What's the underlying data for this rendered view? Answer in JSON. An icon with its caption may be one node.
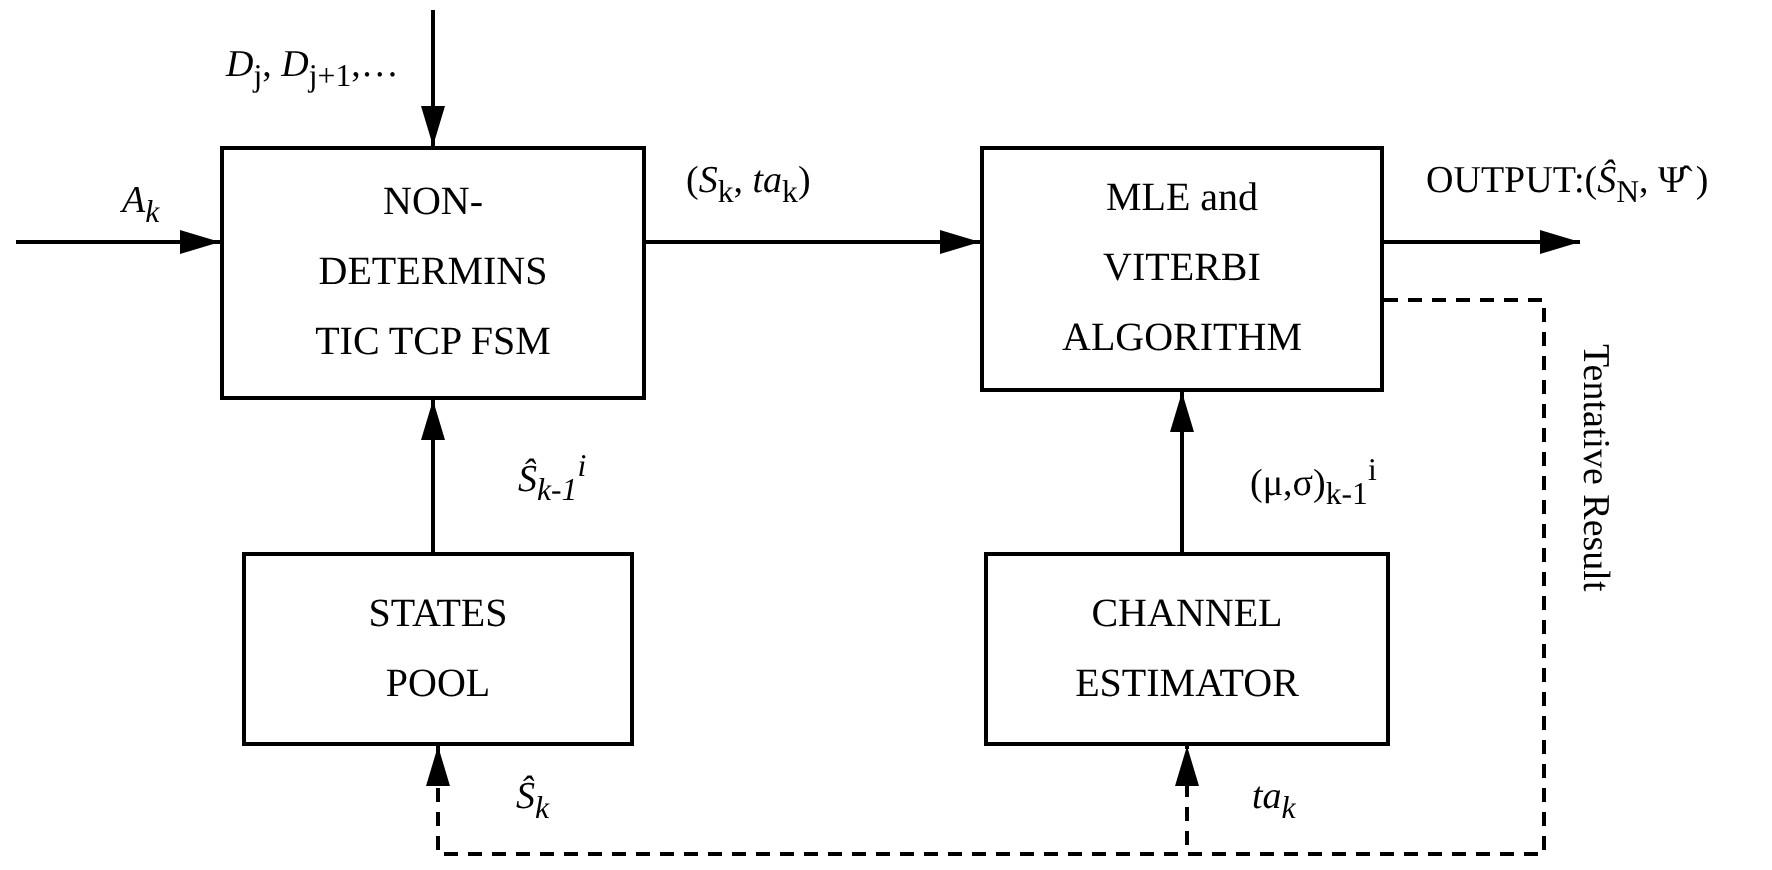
{
  "diagram": {
    "nodes": [
      {
        "text": [
          "NON- DETERMINS TIC TCP FSM"
        ]
      },
      {
        "text": [
          "MLE and VITERBI ALGORITHM"
        ]
      },
      {
        "text": [
          "STATES POOL"
        ]
      },
      {
        "text": [
          "CHANNEL ESTIMATOR"
        ]
      }
    ],
    "edges": [
      {
        "from": null,
        "to": 0,
        "arrow": "to",
        "label": "A$_{k}$"
      },
      {
        "from": null,
        "to": 0,
        "arrow": "to",
        "label": "*D*$_{j}$, *D*$_{j+1}$,…"
      },
      {
        "from": 0,
        "to": 1,
        "arrow": "to",
        "label": "(*S*$_{k}$, *ta*$_{k}$)"
      },
      {
        "from": 1,
        "to": null,
        "arrow": "to",
        "label": "OUTPUT:(*Ŝ*$_{N}$, Ψ̂ )"
      },
      {
        "from": 2,
        "to": 0,
        "arrow": "to",
        "label": "Ŝ$_{k-1}$$^{i}$"
      },
      {
        "from": 3,
        "to": 1,
        "arrow": "to",
        "label": "(μ,σ)$_{k-1}$$^{i}$"
      },
      {
        "from": 1,
        "to": 2,
        "arrow": "to",
        "style": "dashed",
        "label": "Ŝ$_{k}$"
      },
      {
        "from": 1,
        "to": 3,
        "arrow": "to",
        "style": "dashed",
        "label": "ta$_{k}$"
      }
    ],
    "labels": [
      "Tentative Result"
    ]
  }
}
